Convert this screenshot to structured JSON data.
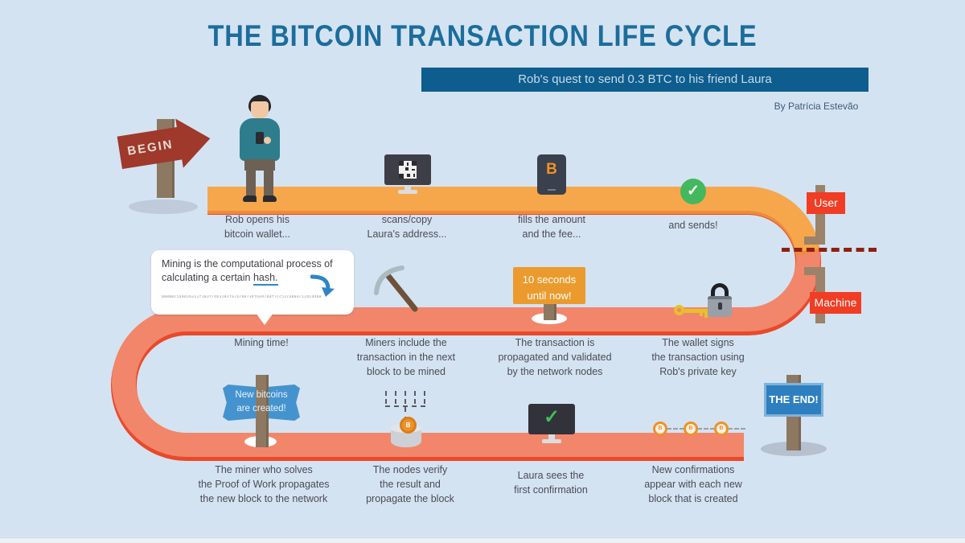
{
  "page": {
    "title": "THE BITCOIN TRANSACTION LIFE CYCLE",
    "banner": "Rob's quest to send 0.3 BTC to his friend Laura",
    "byline": "By Patrícia Estevão"
  },
  "signs": {
    "begin": "BEGIN",
    "user": "User",
    "machine": "Machine",
    "ten_seconds": "10 seconds\nuntil now!",
    "new_bitcoins": "New bitcoins\nare created!",
    "the_end": "THE END!"
  },
  "callout": {
    "text": "Mining is the computational process of\ncalculating a certain ",
    "link_word": "hash.",
    "hash": "00000c5a9d26311f103f74b3101fa74788734f6a97bdf7cc52ca804c12dcd4b8"
  },
  "glyphs": {
    "check": "✓",
    "bitcoin": "B"
  },
  "steps": {
    "row1": [
      {
        "icon": "rob-person",
        "label": "Rob opens his\nbitcoin wallet..."
      },
      {
        "icon": "monitor-qr",
        "label": "scans/copy\nLaura's address..."
      },
      {
        "icon": "phone-bitcoin",
        "label": "fills the amount\nand the fee..."
      },
      {
        "icon": "check-circle",
        "label": "and sends!"
      }
    ],
    "row2": [
      {
        "icon": "mining-callout",
        "label": "Mining time!"
      },
      {
        "icon": "pickaxe",
        "label": "Miners include the\ntransaction in the next\nblock to be mined"
      },
      {
        "icon": "ten-seconds-sign",
        "label": "The transaction is\npropagated and validated\nby the network nodes"
      },
      {
        "icon": "key-lock",
        "label": "The wallet signs\nthe transaction using\nRob's private key"
      }
    ],
    "row3": [
      {
        "icon": "new-bitcoins-ribbon",
        "label": "The miner who solves\nthe Proof of Work propagates\nthe new block to the network"
      },
      {
        "icon": "node-network",
        "label": "The nodes verify\nthe result and\npropagate the block"
      },
      {
        "icon": "monitor-check",
        "label": "Laura sees the\nfirst confirmation"
      },
      {
        "icon": "confirmation-chain",
        "label": "New confirmations\nappear with each new\nblock that is created"
      }
    ]
  },
  "colors": {
    "background": "#d4e3f2",
    "title_blue": "#1c6d9c",
    "banner_bg": "#0d5d8f",
    "path_orange": "#f6a74c",
    "path_salmon": "#f2866a",
    "path_edge_red": "#e9492b",
    "accent_red": "#f03d24",
    "begin_red": "#9e392b",
    "sign_orange": "#eb9b2d",
    "ribbon_blue": "#4493cf",
    "end_blue": "#2e7fc0",
    "check_green": "#44b85e",
    "label_gray": "#4b4b54"
  }
}
